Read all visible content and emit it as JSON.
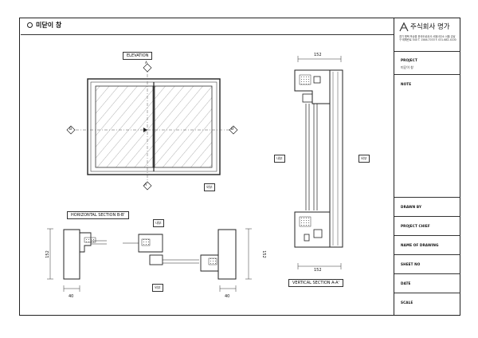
{
  "title": {
    "text": "미닫이 창"
  },
  "labels": {
    "elevation": "ELEVATION",
    "horizontal_section": "HORIZONTAL SECTION B-B'",
    "vertical_section": "VERTICAL SECTION A-A'",
    "interior": "내부",
    "exterior": "외부",
    "marker_a": "A",
    "marker_a_prime": "A'",
    "marker_b": "B",
    "marker_b_prime": "B'"
  },
  "dims": {
    "height_152": "152",
    "width_40": "40"
  },
  "company": {
    "name": "주식회사 명가",
    "address": "경기 평택 포승읍 한국도로공사 서울사무소 서울 강남구 테헤란로 540 T. 1588-7033 F. 031-682-4100"
  },
  "title_block": {
    "project_label": "PROJECT",
    "project_value": "미닫이 창",
    "note_label": "NOTE",
    "drawn_by_label": "DRAWN BY",
    "project_chief_label": "PROJECT CHIEF",
    "name_of_drawing_label": "NAME OF DRAWING",
    "sheet_no_label": "SHEET NO",
    "date_label": "DATE",
    "scale_label": "SCALE"
  }
}
